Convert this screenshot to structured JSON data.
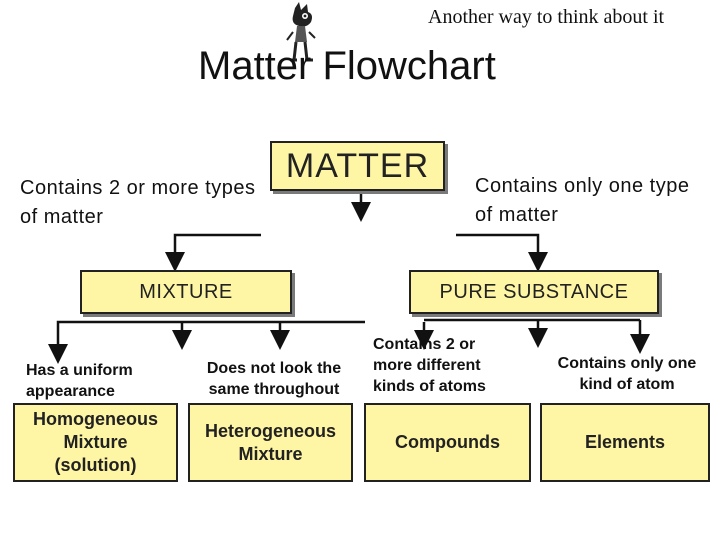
{
  "header": {
    "subtitle": "Another way to think about it",
    "title": "Matter Flowchart",
    "mascot_icon": "cartoon-character-icon"
  },
  "nodes": {
    "matter": "MATTER",
    "mixture": "MIXTURE",
    "pure_substance": "PURE SUBSTANCE",
    "homogeneous": "Homogeneous Mixture (solution)",
    "heterogeneous": "Heterogeneous Mixture",
    "compounds": "Compounds",
    "elements": "Elements"
  },
  "notes": {
    "mixture_note": "Contains 2 or more types of matter",
    "pure_note": "Contains only one type of matter",
    "homogeneous_desc": "Has a uniform appearance",
    "heterogeneous_desc": "Does not look the same throughout",
    "compounds_desc": "Contains 2 or more different kinds of atoms",
    "elements_desc": "Contains only one kind of atom"
  },
  "colors": {
    "box_fill": "#fff6a5",
    "lines": "#111111"
  }
}
